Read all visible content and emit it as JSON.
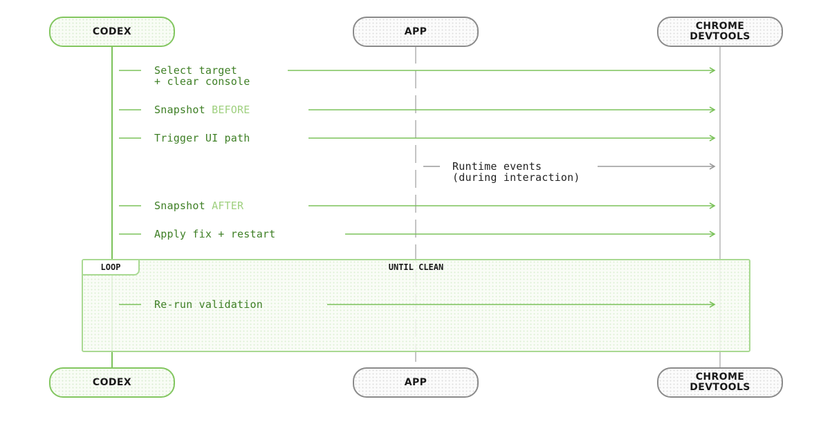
{
  "actors": {
    "codex": "CODEX",
    "app": "APP",
    "devtools": "CHROME\nDEVTOOLS"
  },
  "messages": [
    {
      "line1": "Select target",
      "line2": "+ clear console"
    },
    {
      "text": "Snapshot",
      "highlight": "BEFORE"
    },
    {
      "text": "Trigger UI path"
    },
    {
      "line1": "Runtime events",
      "line2": "(during interaction)"
    },
    {
      "text": "Snapshot",
      "highlight": "AFTER"
    },
    {
      "text": "Apply fix + restart"
    },
    {
      "text": "Re-run validation"
    }
  ],
  "loop": {
    "label": "LOOP",
    "condition": "UNTIL CLEAN"
  },
  "colors": {
    "green": "#7bc25a",
    "green_light": "#9fd07f",
    "gray": "#9a9a9a",
    "text_dark": "#1a1a1a"
  }
}
